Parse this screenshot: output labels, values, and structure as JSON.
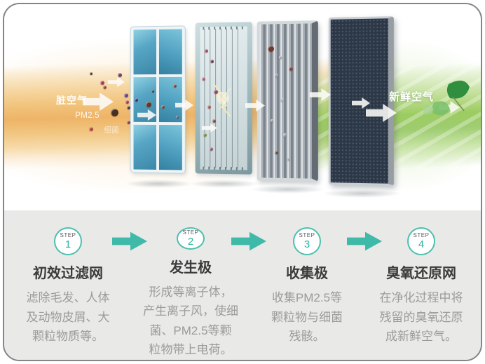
{
  "colors": {
    "accent_teal": "#3FB9A8",
    "flow_orange": "#EEB467",
    "flow_green": "#9CCC60",
    "panel_blue": "#4F9DBD",
    "bottom_panel_bg": "#E9E9E7"
  },
  "airflow": {
    "dirty_air_label": "脏空气",
    "pm25_label": "PM2.5",
    "bacteria_label": "细菌",
    "fresh_air_label": "新鲜空气"
  },
  "steps": [
    {
      "badge": "STEP",
      "number": "1",
      "title": "初效过滤网",
      "description": "滤除毛发、人体\n及动物皮屑、大\n颗粒物质等。"
    },
    {
      "badge": "STEP",
      "number": "2",
      "title": "发生极",
      "description": "形成等离子体，\n产生离子风，使细\n菌、PM2.5等颗\n粒物带上电荷。"
    },
    {
      "badge": "STEP",
      "number": "3",
      "title": "收集极",
      "description": "收集PM2.5等\n颗粒物与细菌\n残骸。"
    },
    {
      "badge": "STEP",
      "number": "4",
      "title": "臭氧还原网",
      "description": "在净化过程中将\n残留的臭氧还原\n成新鲜空气。"
    }
  ]
}
